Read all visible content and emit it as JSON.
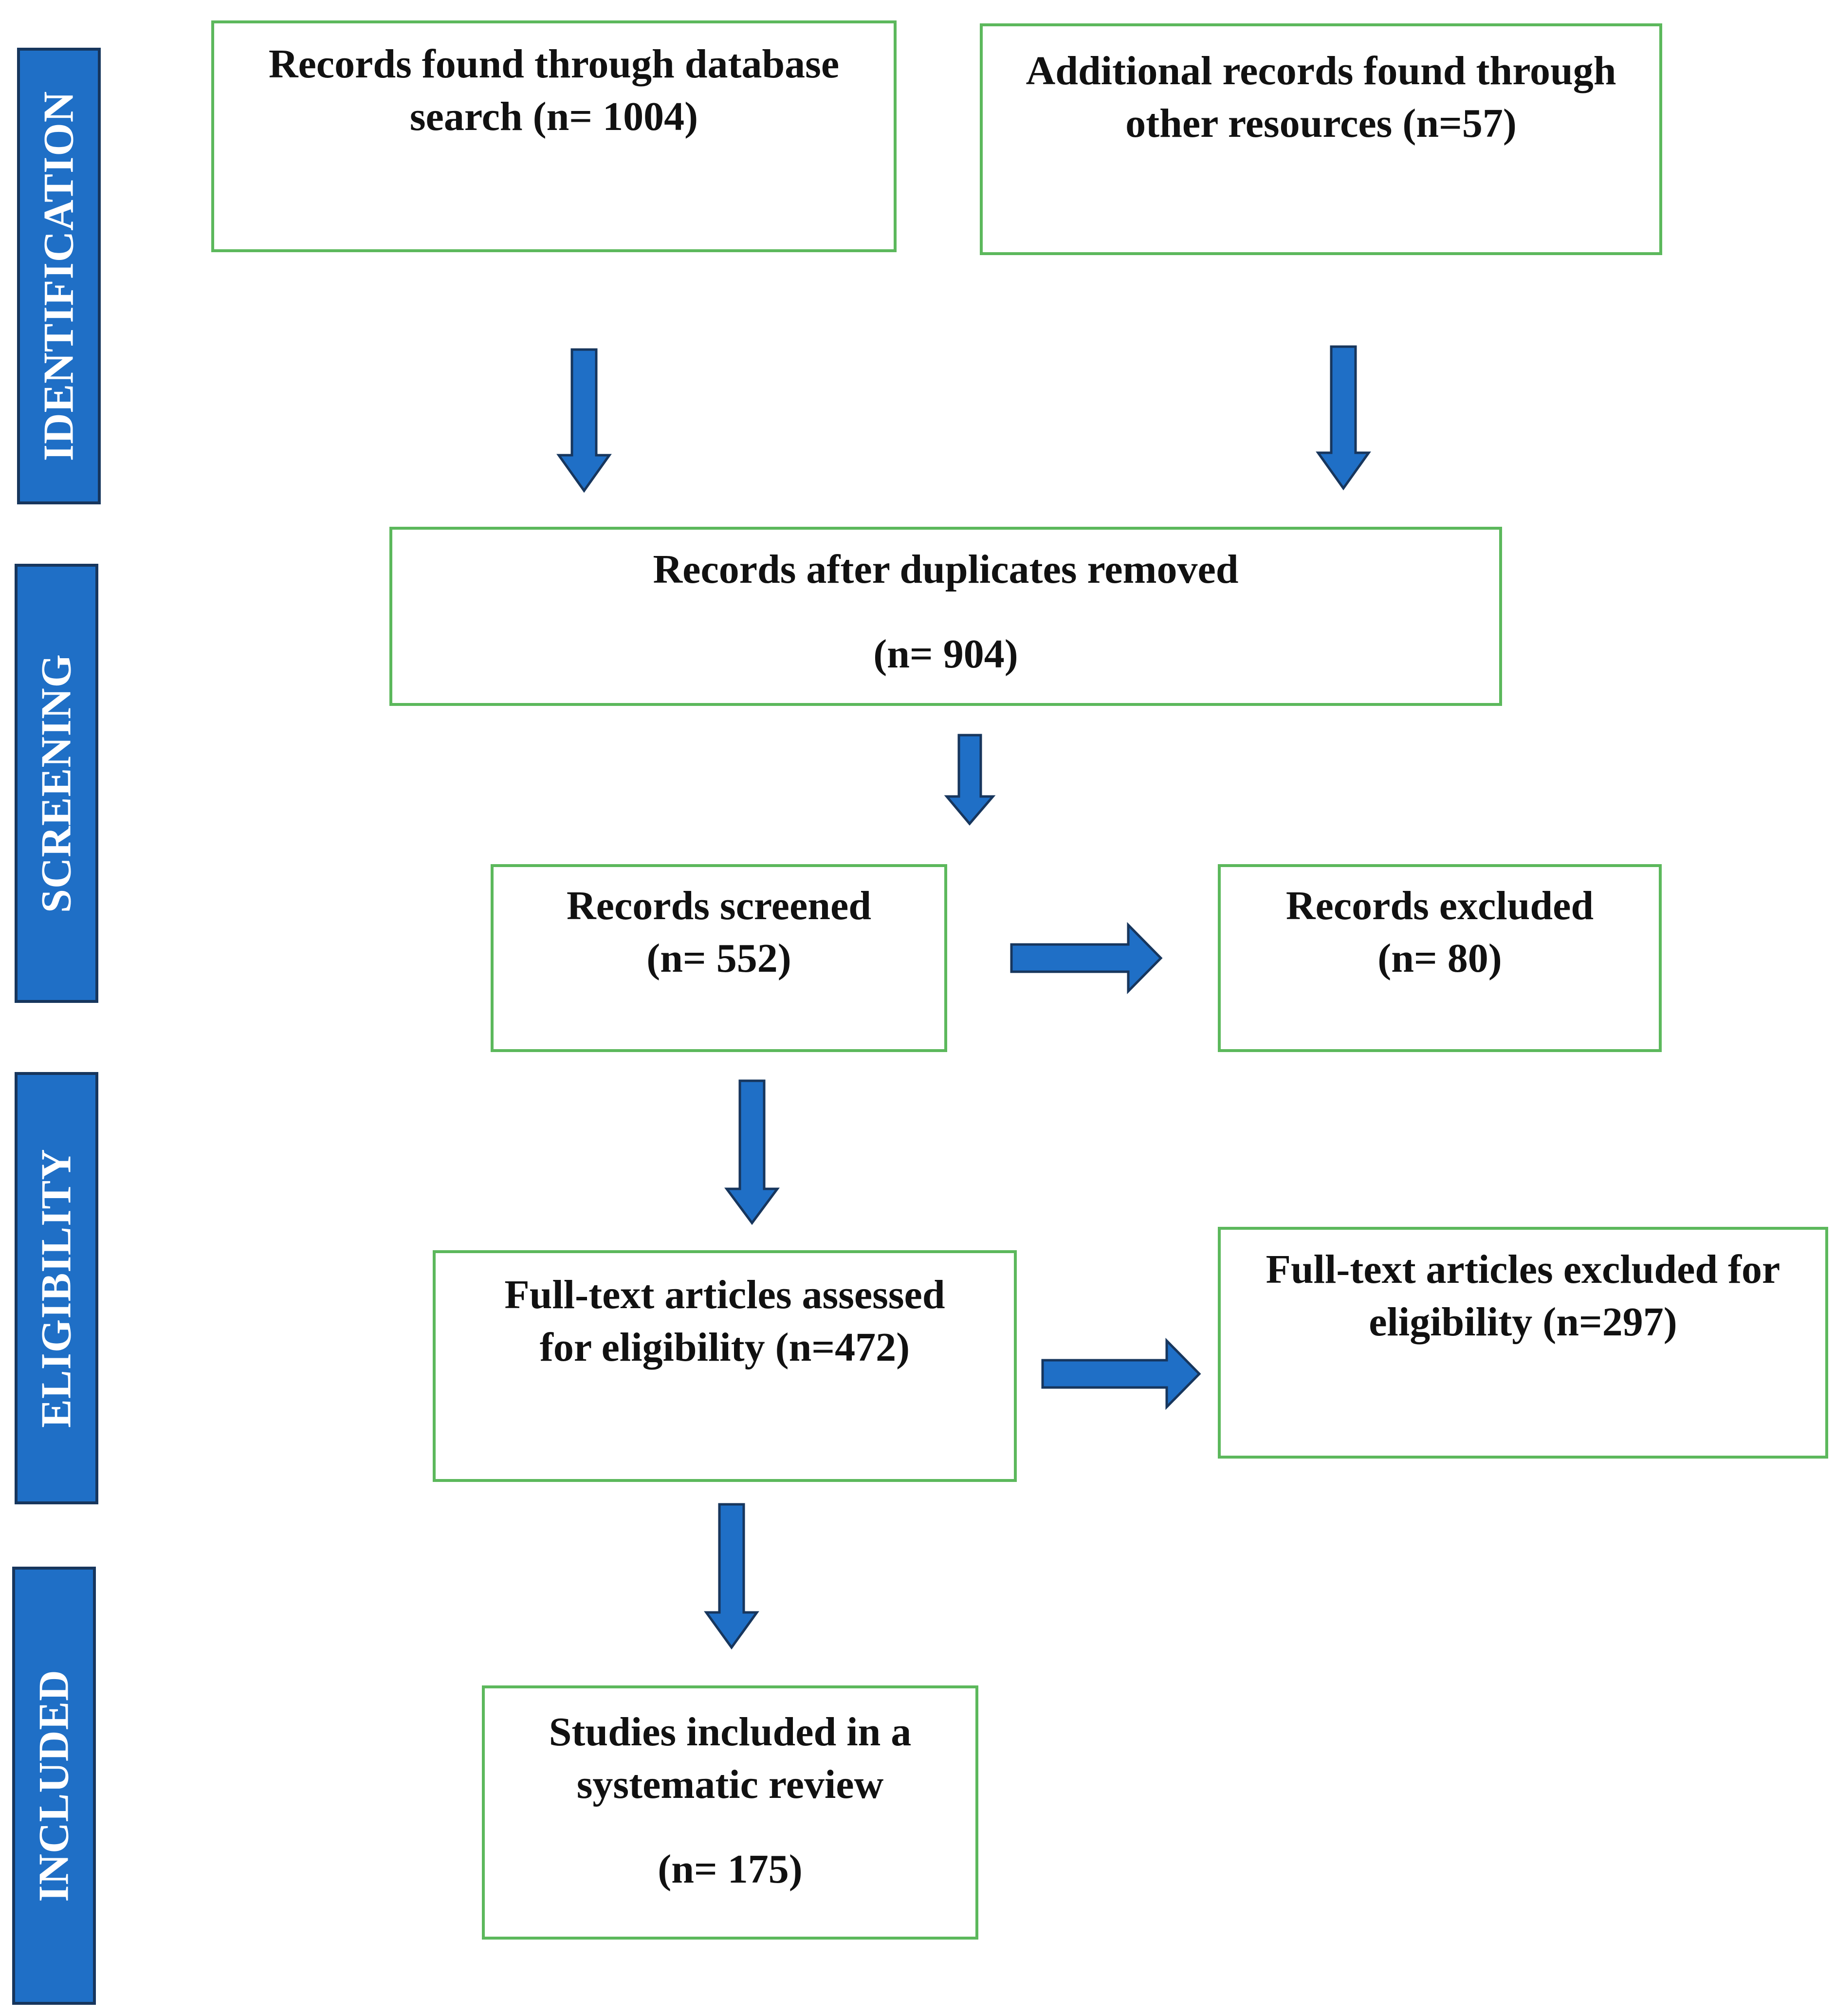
{
  "stages": {
    "identification": "IDENTIFICATION",
    "screening": "SCREENING",
    "eligibility": "ELIGIBILITY",
    "included": "INCLUDED"
  },
  "boxes": {
    "database_search": {
      "line1": "Records found through database",
      "line2": "search (n= 1004)"
    },
    "other_resources": {
      "line1": "Additional records found through",
      "line2": "other resources (n=57)"
    },
    "duplicates_removed": {
      "line1": "Records after duplicates removed",
      "count": "(n= 904)"
    },
    "screened": {
      "line1": "Records screened",
      "count": "(n= 552)"
    },
    "excluded": {
      "line1": "Records excluded",
      "count": "(n= 80)"
    },
    "fulltext_assessed": {
      "line1": "Full-text articles assessed",
      "line2": "for eligibility (n=472)"
    },
    "fulltext_excluded": {
      "line1": "Full-text articles excluded for",
      "line2": "eligibility (n=297)"
    },
    "included": {
      "line1": "Studies included in a",
      "line2": "systematic review",
      "count": "(n= 175)"
    }
  },
  "colors": {
    "stage_fill": "#1f6fc6",
    "stage_border": "#17365d",
    "box_border": "#5cb85c",
    "arrow_fill": "#1f6fc6"
  }
}
